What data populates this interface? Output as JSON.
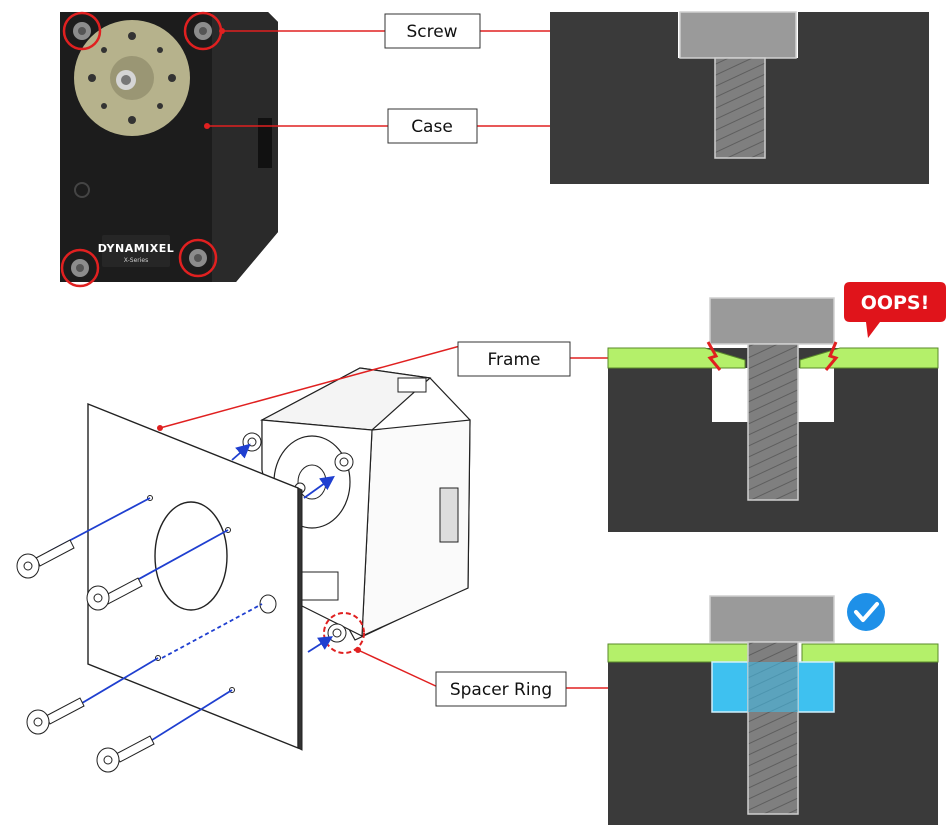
{
  "labels": {
    "screw": "Screw",
    "case": "Case",
    "frame": "Frame",
    "spacer_ring": "Spacer Ring"
  },
  "callout": {
    "text": "OOPS!"
  },
  "product": {
    "brand": "DYNAMIXEL",
    "series": "X-Series"
  },
  "colors": {
    "case": "#3a3a3a",
    "screw": "#8a8a8a",
    "frame": "#b4f06a",
    "spacer": "#3ec1f0",
    "leader": "#e02020",
    "arrow": "#1f3fd0",
    "check": "#1e90e8",
    "oops": "#e0141b"
  },
  "icons": {
    "ok": "check-icon",
    "warning": "crack-icon"
  }
}
